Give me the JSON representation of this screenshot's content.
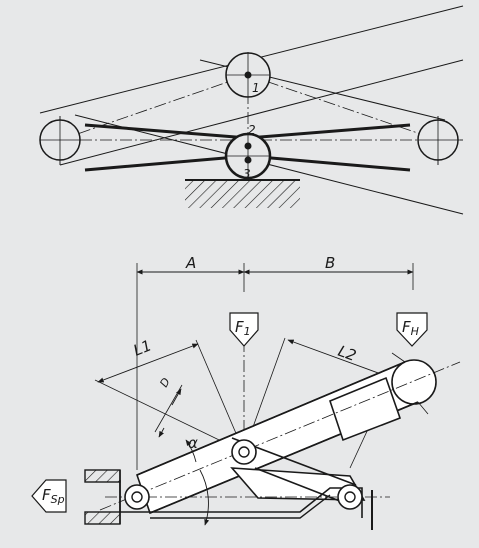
{
  "colors": {
    "background": "#e7e8e9",
    "line": "#1a1a1a",
    "white": "#ffffff"
  },
  "top_view": {
    "point_labels": [
      "1",
      "2",
      "3"
    ]
  },
  "bottom_view": {
    "dimension_a": "A",
    "dimension_b": "B",
    "length_1": "L1",
    "length_2": "L2",
    "diameter": "D",
    "angle": "α",
    "force_1": {
      "main": "F",
      "sub": "1"
    },
    "force_h": {
      "main": "F",
      "sub": "H"
    },
    "force_sp": {
      "main": "F",
      "sub": "Sp"
    }
  }
}
